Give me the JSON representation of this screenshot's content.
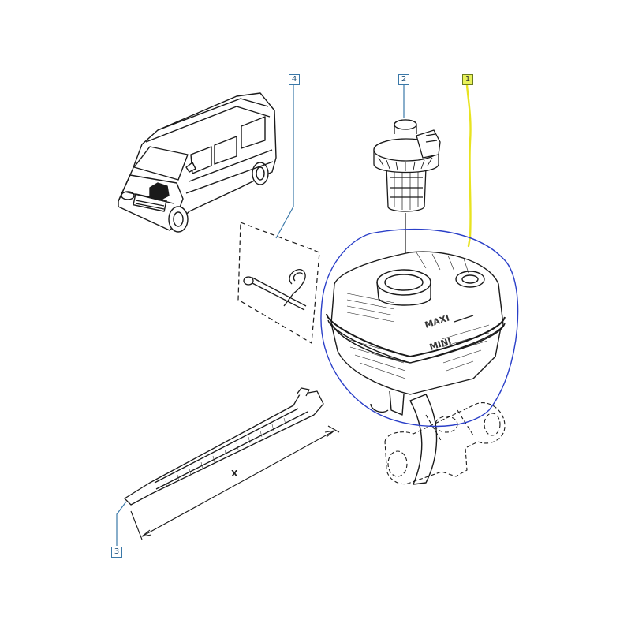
{
  "callouts": [
    {
      "id": "1",
      "label": "1",
      "highlighted": true
    },
    {
      "id": "2",
      "label": "2",
      "highlighted": false
    },
    {
      "id": "3",
      "label": "3",
      "highlighted": false
    },
    {
      "id": "4",
      "label": "4",
      "highlighted": false
    }
  ],
  "dimension_label": "X",
  "reservoir_marks": {
    "max": "MAXI",
    "min": "MINI"
  },
  "colors": {
    "line": "#1a1a1a",
    "leader": "#3a78a8",
    "highlight_leader": "#e8e320",
    "selection_outline": "#2a3fc8"
  }
}
